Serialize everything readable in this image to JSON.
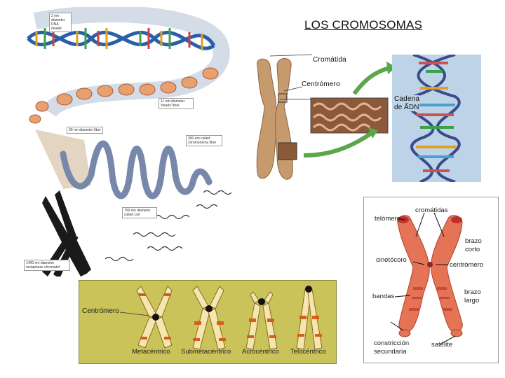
{
  "page": {
    "title": "LOS CROMOSOMAS"
  },
  "chromatin_panel": {
    "notes": [
      "2 nm diameter DNA double",
      "11 nm diameter 'beads' fiber",
      "30 nm diameter fiber",
      "300 nm coiled chromonema fiber",
      "700 nm diameter coiled coil",
      "1400 nm diameter metaphase chromatid"
    ]
  },
  "center_panel": {
    "labels": {
      "cromatida": "Cromátida",
      "centromero": "Centrómero",
      "cadena": "Cadena",
      "de_adn": "de ADN"
    }
  },
  "yellow_panel": {
    "centromero_label": "Centrómero",
    "types": [
      "Metacéntrico",
      "Submetacéntrico",
      "Acrocéntrico",
      "Telocéntrico"
    ]
  },
  "red_panel": {
    "labels": {
      "cromatidas": "cromátidas",
      "telomero": "telómero",
      "brazo_corto": [
        "brazo",
        "corto"
      ],
      "cinetocoro": "cinetócoro",
      "centromero": "centrómero",
      "bandas": "bandas",
      "brazo_largo": [
        "brazo",
        "largo"
      ],
      "constriccion": [
        "constricción",
        "secundaria"
      ],
      "satelite": "satélite"
    }
  },
  "colors": {
    "chromosome_tan": "#c79a6e",
    "chromosome_red": "#e57356",
    "yellow_bg": "#c9c35a",
    "dna_bg": "#bcd3e8",
    "arrow_green": "#5aa64a"
  }
}
